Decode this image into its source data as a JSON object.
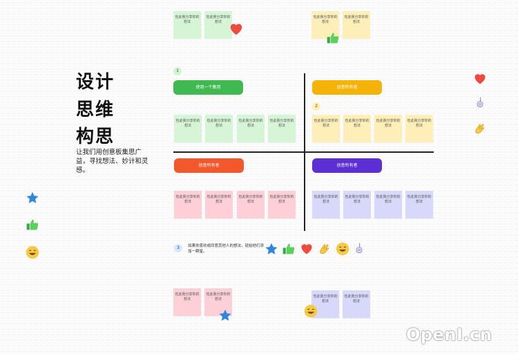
{
  "title": {
    "line1": "设计",
    "line2": "思维",
    "line3": "构思"
  },
  "description": "让我们用创意板集思广益，寻找想法、妙计和灵感。",
  "note_text": "包此我分享你的想法",
  "pills": {
    "green": "使用一个集用",
    "yellow": "创意所有者",
    "red": "创意所有者",
    "purple": "创意所有者"
  },
  "steps": {
    "one": "1",
    "two": "2",
    "three": "3"
  },
  "step3_text": "如果你喜欢或同意其他人的想法，就给他们添加一颗星。",
  "watermark": "OpenI.cn",
  "colors": {
    "green": "#3fb950",
    "yellow": "#f5b30a",
    "red": "#f2582c",
    "purple": "#5b2fd3",
    "heart": "#f0493e",
    "star": "#2f86e0"
  }
}
